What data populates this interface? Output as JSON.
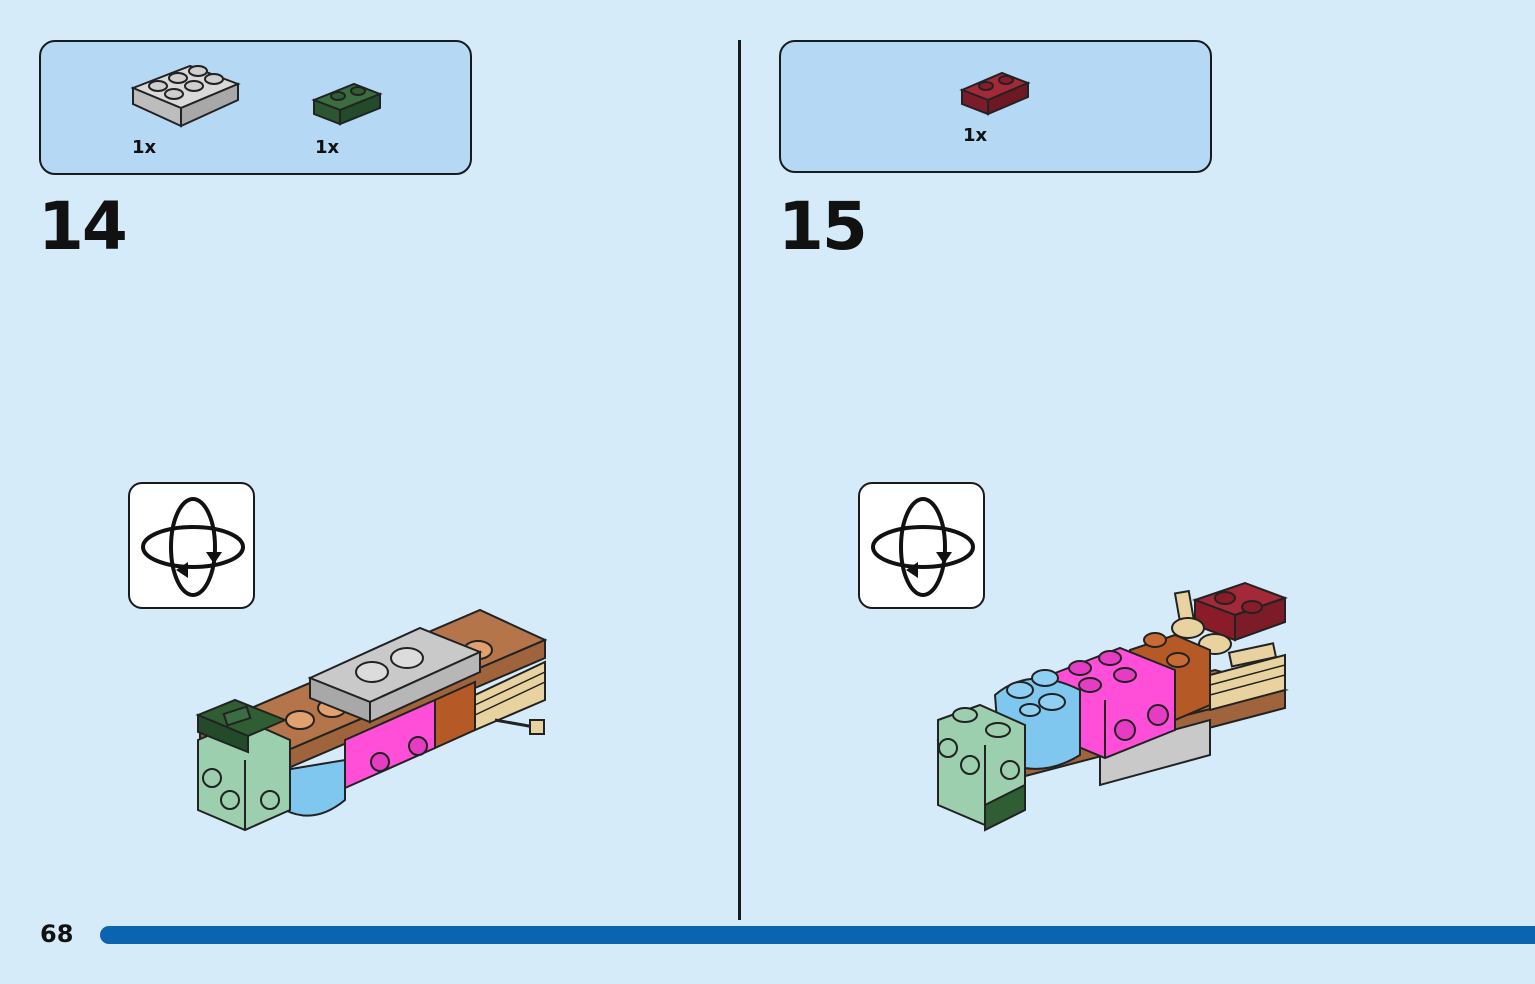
{
  "steps": [
    {
      "number": "14",
      "parts": [
        {
          "icon": "plate-2x3-light-grey-icon",
          "color": "#c8c8c8",
          "qty": "1x"
        },
        {
          "icon": "plate-1x2-dark-green-icon",
          "color": "#2f5d34",
          "qty": "1x"
        }
      ],
      "rotate_icon": "rotate-model-icon"
    },
    {
      "number": "15",
      "parts": [
        {
          "icon": "plate-1x2-dark-red-icon",
          "color": "#8a1c2a",
          "qty": "1x"
        }
      ],
      "rotate_icon": "rotate-model-icon"
    }
  ],
  "page_number": "68",
  "colors": {
    "background": "#d6ebfa",
    "parts_box": "#b5d8f4",
    "progress_bar": "#0b64b0"
  }
}
